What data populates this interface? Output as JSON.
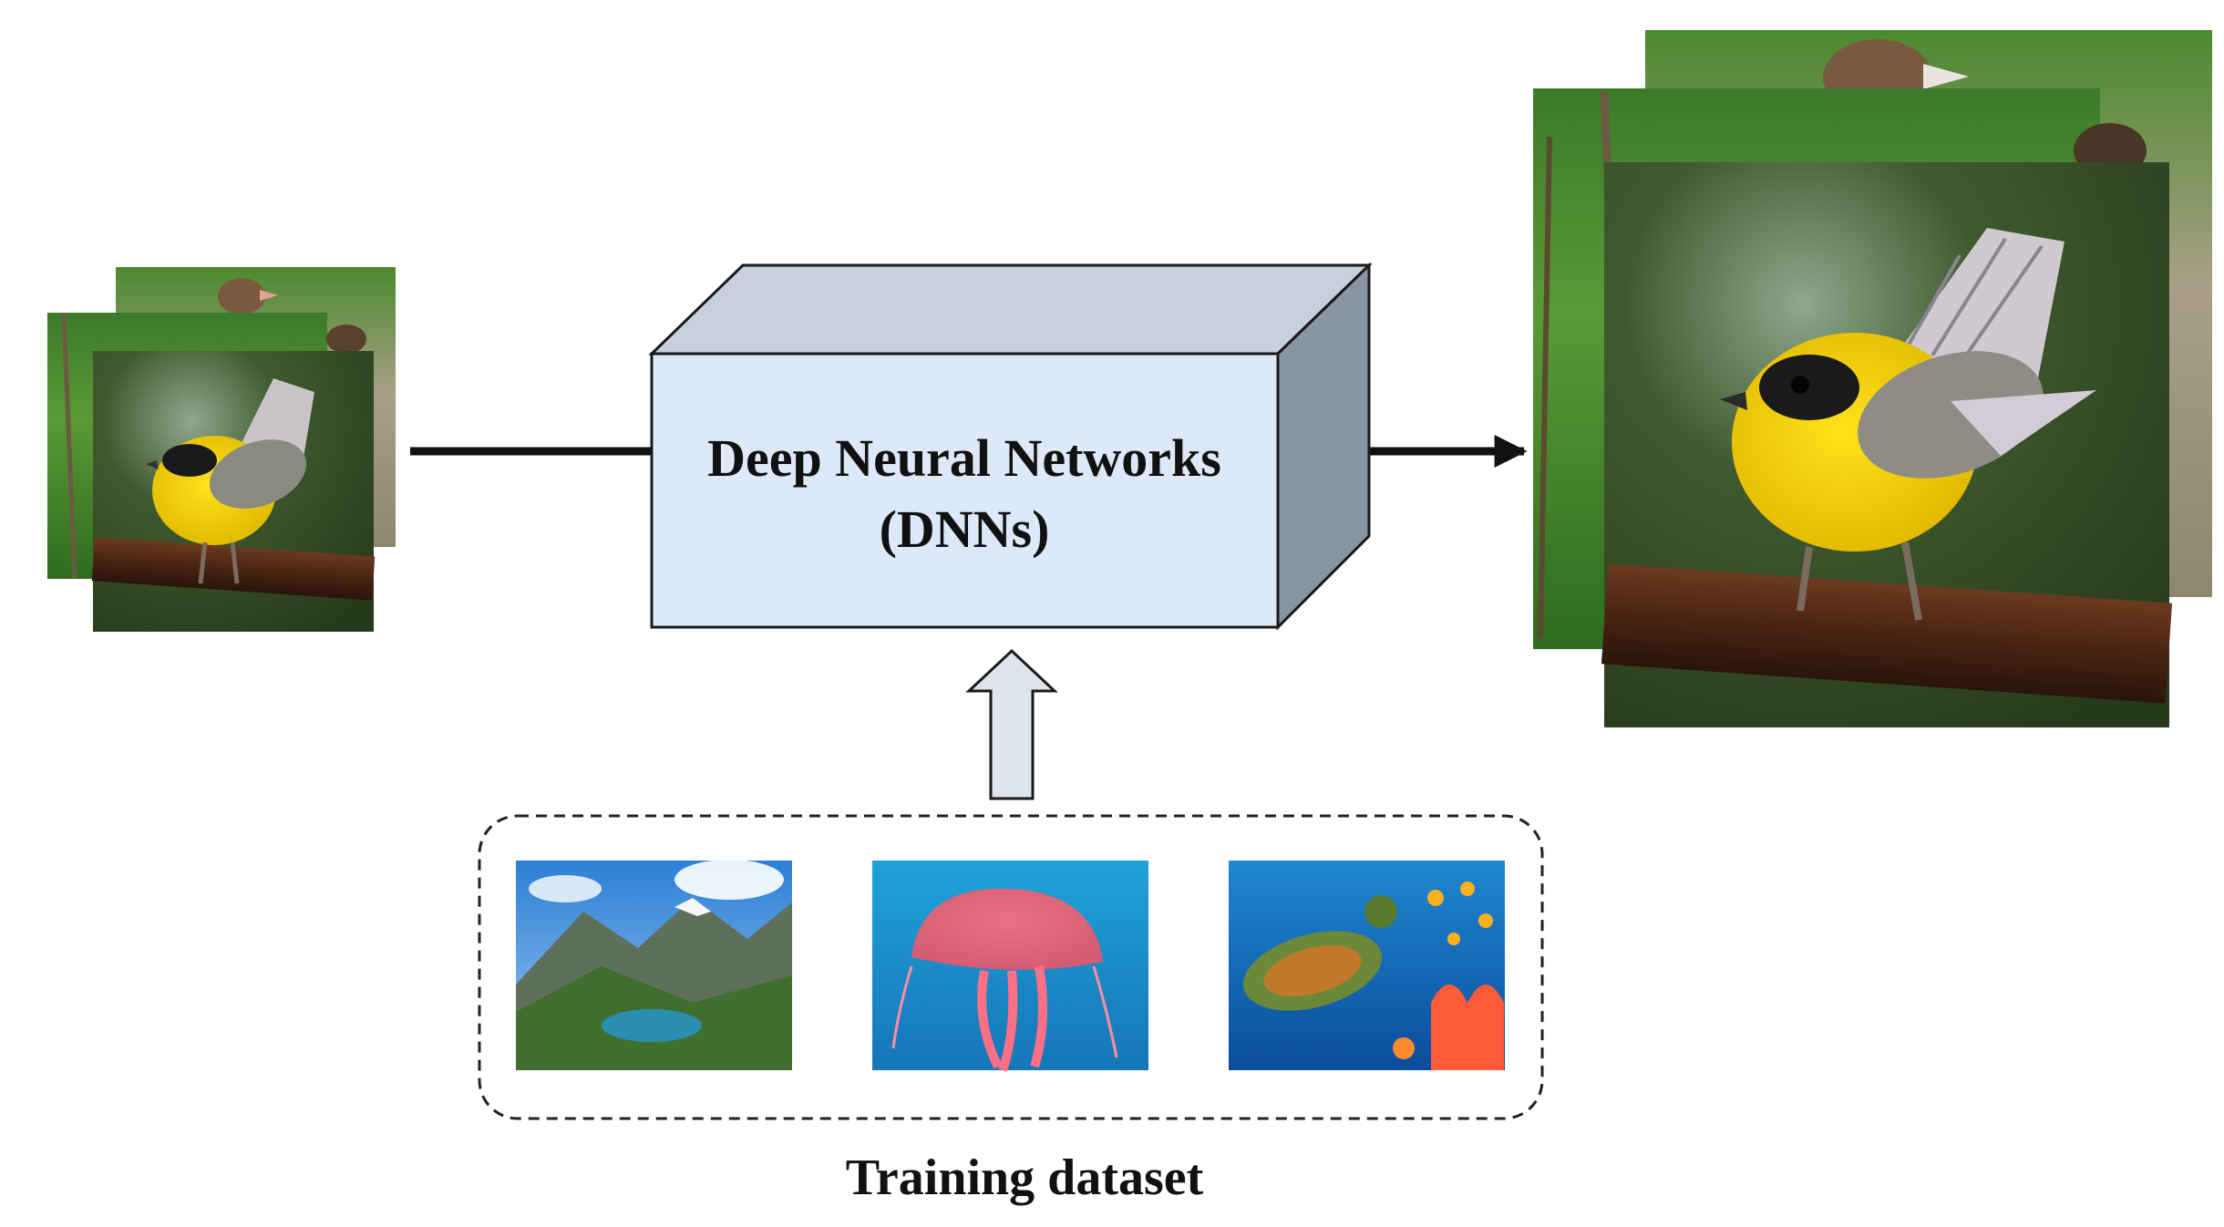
{
  "diagram": {
    "node": {
      "line1": "Deep Neural Networks",
      "line2": "(DNNs)"
    },
    "dataset_label": "Training dataset",
    "input_images": [
      "bird-goose-photo",
      "bird-duck-photo",
      "bird-yellow-warbler-photo"
    ],
    "output_images": [
      "bird-goose-photo",
      "bird-duck-photo",
      "bird-yellow-warbler-photo"
    ],
    "training_images": [
      "mountain-lake-photo",
      "jellyfish-photo",
      "sea-turtle-reef-photo"
    ],
    "colors": {
      "box_front": "#dde8f8",
      "box_top": "#c7d0dc",
      "box_side": "#8a95a3",
      "arrow_up": "#dde4ee",
      "stroke": "#1a1a1a"
    }
  }
}
